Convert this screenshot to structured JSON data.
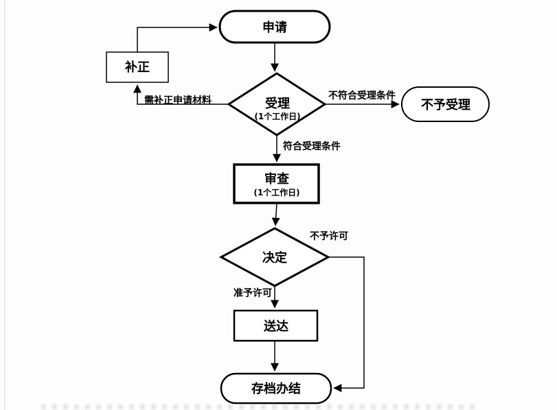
{
  "diagram": {
    "type": "flowchart",
    "background": "#fdfdfd",
    "colors": {
      "line": "#000000",
      "node_fill": "#ffffff",
      "text": "#000000"
    },
    "nodes": {
      "apply": {
        "label": "申请",
        "shape": "terminator"
      },
      "supplement": {
        "label": "补正",
        "shape": "process"
      },
      "accept": {
        "label": "受理",
        "sublabel": "(1个工作日)",
        "shape": "decision"
      },
      "reject": {
        "label": "不予受理",
        "shape": "terminator"
      },
      "review": {
        "label": "审查",
        "sublabel": "(1个工作日)",
        "shape": "process"
      },
      "decide": {
        "label": "决定",
        "shape": "decision"
      },
      "deliver": {
        "label": "送达",
        "shape": "process"
      },
      "archive": {
        "label": "存档办结",
        "shape": "terminator"
      }
    },
    "edge_labels": {
      "need_supplement": "需补正申请材料",
      "not_meet": "不符合受理条件",
      "meet": "符合受理条件",
      "deny": "不予许可",
      "grant": "准予许可"
    }
  }
}
